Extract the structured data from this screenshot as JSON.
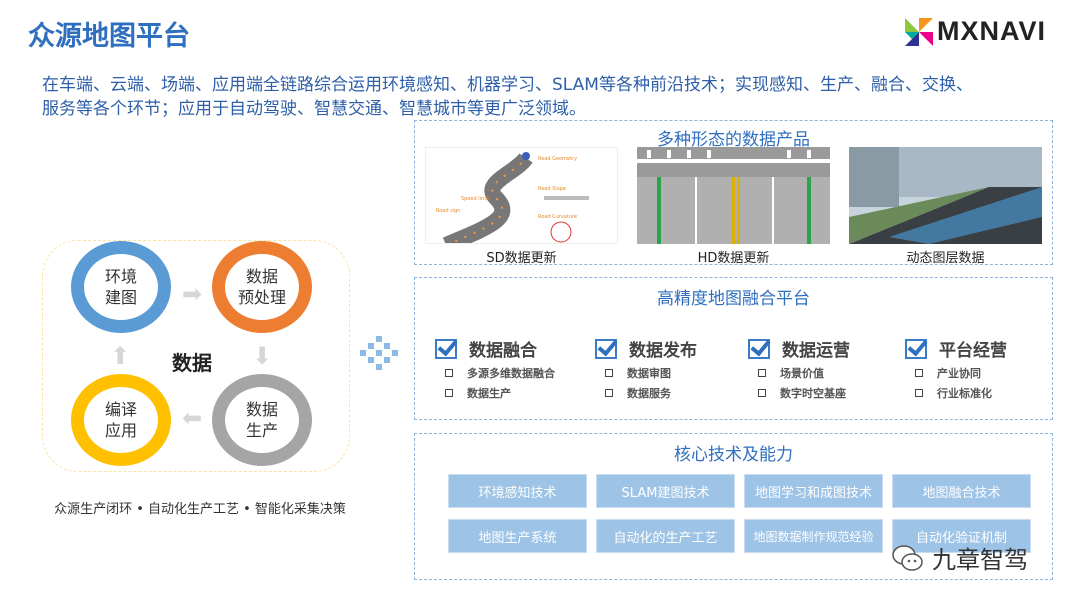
{
  "title": "众源地图平台",
  "logo": {
    "text": "MXNAVI"
  },
  "subtitle": [
    "在车端、云端、场端、应用端全链路综合运用环境感知、机器学习、SLAM等各种前沿技术；实现感知、生产、融合、交换、",
    "服务等各个环节；应用于自动驾驶、智慧交通、智慧城市等更广泛领域。"
  ],
  "cycle": {
    "center": "数据",
    "nodes": [
      {
        "label": "环境\n建图",
        "color": "#5b9bd5"
      },
      {
        "label": "数据\n预处理",
        "color": "#ed7d31"
      },
      {
        "label": "数据\n生产",
        "color": "#a5a5a5"
      },
      {
        "label": "编译\n应用",
        "color": "#ffc000"
      }
    ],
    "caption": "众源生产闭环 • 自动化生产工艺 • 智能化采集决策"
  },
  "products": {
    "title": "多种形态的数据产品",
    "items": [
      {
        "caption": "SD数据更新",
        "labels": [
          "Road Geometry",
          "Road Slope",
          "Speed limit",
          "Road sign",
          "Road Curvature"
        ]
      },
      {
        "caption": "HD数据更新"
      },
      {
        "caption": "动态图层数据"
      }
    ]
  },
  "platform": {
    "title": "高精度地图融合平台",
    "columns": [
      {
        "head": "数据融合",
        "items": [
          "多源多维数据融合",
          "数据生产"
        ]
      },
      {
        "head": "数据发布",
        "items": [
          "数据审图",
          "数据服务"
        ]
      },
      {
        "head": "数据运营",
        "items": [
          "场景价值",
          "数字时空基座"
        ]
      },
      {
        "head": "平台经营",
        "items": [
          "产业协同",
          "行业标准化"
        ]
      }
    ]
  },
  "core": {
    "title": "核心技术及能力",
    "items": [
      "环境感知技术",
      "SLAM建图技术",
      "地图学习和成图技术",
      "地图融合技术",
      "地图生产系统",
      "自动化的生产工艺",
      "地图数据制作规范经验",
      "自动化验证机制"
    ]
  },
  "watermark": "九章智驾"
}
